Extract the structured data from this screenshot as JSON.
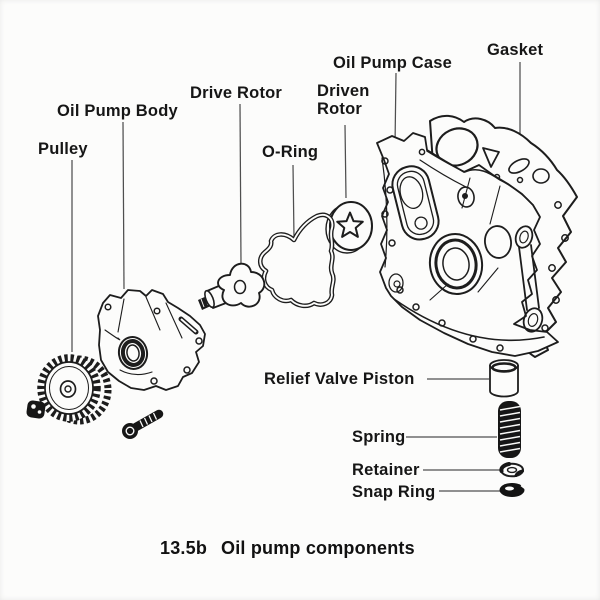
{
  "figure": {
    "caption_number": "13.5b",
    "caption_text": "Oil pump components"
  },
  "labels": {
    "pulley": "Pulley",
    "oil_pump_body": "Oil Pump Body",
    "drive_rotor": "Drive Rotor",
    "o_ring": "O-Ring",
    "driven_rotor": "Driven\nRotor",
    "oil_pump_case": "Oil Pump Case",
    "gasket": "Gasket",
    "relief_valve_piston": "Relief Valve Piston",
    "spring": "Spring",
    "retainer": "Retainer",
    "snap_ring": "Snap Ring"
  },
  "colors": {
    "ink": "#1d1d1d",
    "paper": "#fcfcfb",
    "leader_line": "#4f4f4f",
    "text": "#161616"
  }
}
